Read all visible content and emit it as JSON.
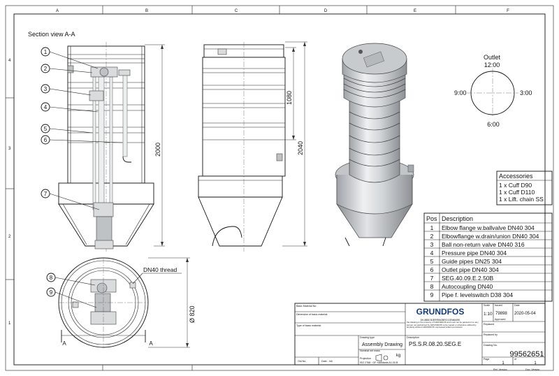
{
  "frame": {
    "columns": [
      "A",
      "B",
      "C",
      "D",
      "E",
      "F"
    ],
    "rows": [
      "4",
      "3",
      "2",
      "1"
    ]
  },
  "section_view": {
    "title": "Section view A-A",
    "callouts": [
      "1",
      "2",
      "3",
      "4",
      "5",
      "6",
      "7",
      "8",
      "9"
    ],
    "height_dim": "2000",
    "section_marks": [
      "A",
      "A"
    ]
  },
  "side_view": {
    "dim_inner": "1080",
    "dim_total": "2040"
  },
  "top_view": {
    "thread_label": "DN40 thread",
    "diameter": "Ø 820"
  },
  "outlet": {
    "title": "Outlet",
    "positions": [
      "12:00",
      "3:00",
      "6:00",
      "9:00"
    ]
  },
  "accessories": {
    "title": "Accessories",
    "items": [
      "1 x Cuff D90",
      "1 x Cuff D110",
      "1 x Lift. chain SS"
    ]
  },
  "parts_table": {
    "headers": [
      "Pos",
      "Description"
    ],
    "rows": [
      [
        "1",
        "Elbow flange w.ballvalve DN40 304"
      ],
      [
        "2",
        "Elbowflange w.drain/union DN40 304"
      ],
      [
        "3",
        "Ball non-return valve DN40 316"
      ],
      [
        "4",
        "Pressure pipe DN40 304"
      ],
      [
        "5",
        "Guide pipes DN25 304"
      ],
      [
        "6",
        "Outlet pipe DN40 304"
      ],
      [
        "7",
        "SEG.40.09.E.2.50B"
      ],
      [
        "8",
        "Autocoupling DN40"
      ],
      [
        "9",
        "Pipe f. levelswitch D38 304"
      ]
    ]
  },
  "title_block": {
    "basic_material_label": "Basic Material No:",
    "dim_basic_label": "Dimension of basic material:",
    "type_basic_label": "Type of basic material:",
    "drawing_type_label": "Drawing type",
    "drawing_type": "Assembly Drawing",
    "nominal_weight_label": "Nominal net mass",
    "weight_unit": "kg",
    "projection_label": "Projection",
    "standards": "ISO 2768 · GF Standards A1.00.B",
    "old_no_label": "Old No.",
    "date_label": "Date - Init",
    "logo": "GRUNDFOS",
    "company": "DK-8850 BJERRINGBRO DENMARK",
    "property_note": "the drawing is the property of GRUNDFOS and must not be passed on to any person not authorized by GRUNDFOS to be copied or otherwise utilized by anybody without GRUNDFOS' expressed written permission",
    "description_label": "Description",
    "description": "PS.S.R.08.20.SEG.E",
    "scale_label": "Scale",
    "scale": "1:10",
    "drawn_by_label": "Issued",
    "drawn_by": "79898",
    "date_head": "Date",
    "date": "2020-05-04",
    "approved_label": "Approved",
    "replaced_label": "Replaced",
    "replaced_by_label": "Replaced by",
    "drawing_no_label": "Drawing No.",
    "drawing_no": "99562651",
    "page_label": "Page",
    "of_label": "of",
    "page": "1",
    "pages": "1",
    "ref_version_label": "Ref. Version",
    "doc_version_label": "Doc. Version"
  }
}
